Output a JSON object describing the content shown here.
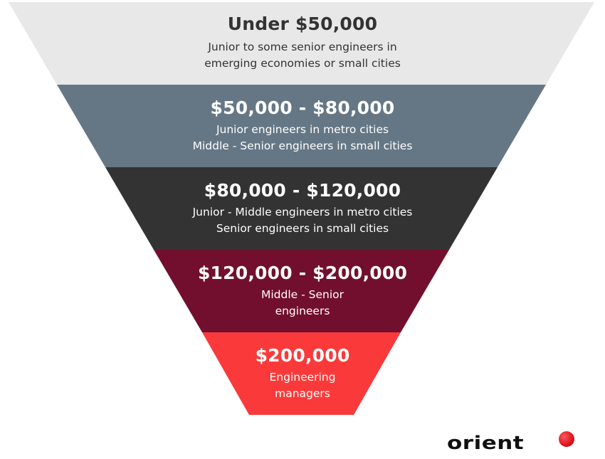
{
  "funnel": {
    "bands": [
      {
        "title": "Under $50,000",
        "description": [
          "Junior to some senior engineers in",
          "emerging economies or small cities"
        ],
        "fill": "#E8E8E8",
        "text_color": "#333333"
      },
      {
        "title": "$50,000 - $80,000",
        "description": [
          "Junior engineers in metro cities",
          "Middle - Senior engineers in small cities"
        ],
        "fill": "#657785",
        "text_color": "#FFFFFF"
      },
      {
        "title": "$80,000 - $120,000",
        "description": [
          "Junior - Middle engineers in metro cities",
          "Senior engineers in small cities"
        ],
        "fill": "#333333",
        "text_color": "#FFFFFF"
      },
      {
        "title": "$120,000 - $200,000",
        "description": [
          "Middle - Senior",
          "engineers"
        ],
        "fill": "#720F2E",
        "text_color": "#FFFFFF"
      },
      {
        "title": "$200,000",
        "description": [
          "Engineering",
          "managers"
        ],
        "fill": "#FA3A3A",
        "text_color": "#FFFFFF"
      }
    ]
  },
  "logo": {
    "text": "orient",
    "dot_color": "#E01820"
  }
}
